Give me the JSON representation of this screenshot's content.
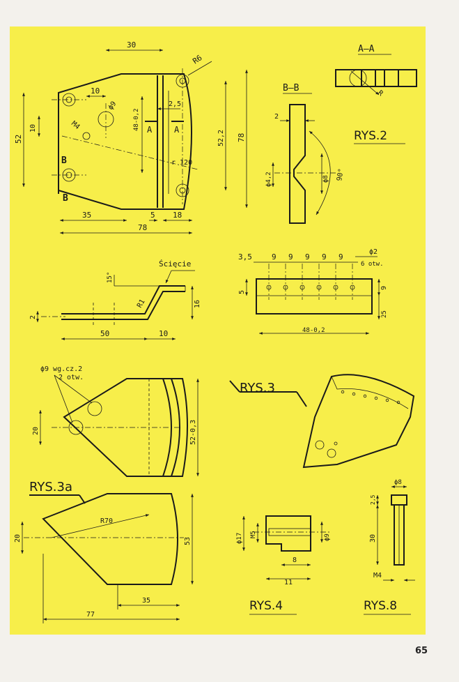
{
  "page_number": "65",
  "colors": {
    "paper": "#f3f1ec",
    "sheet": "#f7ee4a",
    "ink": "#1a1a1a"
  },
  "rys2": {
    "label": "RYS.2",
    "section_aa": "A–A",
    "section_bb": "B–B",
    "dims": {
      "d30": "30",
      "r6": "R6",
      "d10": "10",
      "phi9": "ϕ9",
      "d2_5": "2,5",
      "d48": "48-0,2",
      "m4": "M4",
      "d10v": "10",
      "d52": "52",
      "d52_2": "52,2",
      "d78v": "78",
      "r120": "r 120",
      "secA": "A",
      "b1": "B",
      "b2": "B",
      "d35": "35",
      "d5": "5",
      "d18": "18",
      "d78": "78",
      "r": "R",
      "bb2": "2",
      "phi42": "ϕ4,2",
      "phi8": "ϕ8",
      "angle90": "90°"
    }
  },
  "rys3_bend": {
    "label_sciecie": "Ścięcie",
    "dims": {
      "a15": "15°",
      "r1": "R1",
      "d2": "2",
      "d16": "16",
      "d50": "50",
      "d10": "10"
    }
  },
  "rys3_holes": {
    "dims": {
      "d3_5": "3,5",
      "p1": "9",
      "p2": "9",
      "p3": "9",
      "p4": "9",
      "p5": "9",
      "phi2": "ϕ2",
      "otw6": "6 otw.",
      "d5": "5",
      "d9": "9",
      "d25": "25",
      "d48": "48-0,2"
    }
  },
  "rys3_plan": {
    "note1": "ϕ9 wg.cz.2",
    "note2": "2 otw.",
    "dims": {
      "d20": "20",
      "d52": "52-0,3"
    }
  },
  "rys3": {
    "label": "RYS.3"
  },
  "rys3a": {
    "label": "RYS.3a",
    "dims": {
      "r70": "R70",
      "d20": "20",
      "d53": "53",
      "d35": "35",
      "d77": "77"
    }
  },
  "rys4": {
    "label": "RYS.4",
    "dims": {
      "phi17": "ϕ17",
      "m5": "M5",
      "phi9": "ϕ9",
      "d8": "8",
      "d11": "11"
    }
  },
  "rys8": {
    "label": "RYS.8",
    "dims": {
      "phi8": "ϕ8",
      "d25": "2,5",
      "d30": "30",
      "m4": "M4"
    }
  }
}
